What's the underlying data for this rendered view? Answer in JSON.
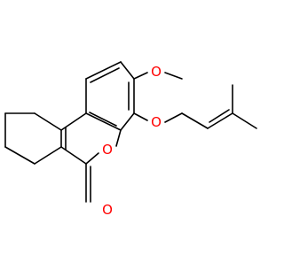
{
  "molecule": {
    "atom_colors": {
      "oxygen": "#ff0000",
      "carbon_bond": "#000000",
      "background": "#ffffff"
    },
    "atom_labels": {
      "methoxy_oxygen": "O",
      "ether_oxygen": "O",
      "ring_oxygen": "O",
      "carbonyl_oxygen": "O"
    }
  }
}
